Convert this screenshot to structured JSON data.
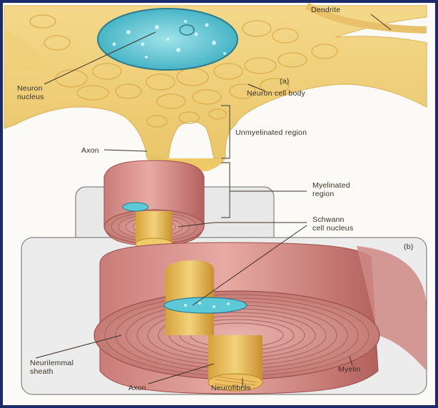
{
  "figure": {
    "labels": {
      "dendrite": "Dendrite",
      "neuron_nucleus": "Neuron\nnucleus",
      "panel_a": "(a)",
      "neuron_cell_body": "Neuron cell body",
      "axon_top": "Axon",
      "unmyelinated_region": "Unmyelinated region",
      "myelinated_region": "Myelinated\nregion",
      "schwann_cell_nucleus": "Schwann\ncell nucleus",
      "panel_b": "(b)",
      "neurilemmal_sheath": "Neurilemmal\nsheath",
      "axon_bottom": "Axon",
      "neurofibrils": "Neurofibrils",
      "myelin": "Myelin"
    },
    "colors": {
      "frame_border": "#1b2a6b",
      "cell_body": "#f2d584",
      "cell_body_dark": "#d9ad4a",
      "nucleus": "#5ec9d6",
      "myelin": "#d9928e",
      "myelin_dark": "#b86a66",
      "axon": "#e3b347",
      "inset_box": "#e4e4e4"
    }
  }
}
